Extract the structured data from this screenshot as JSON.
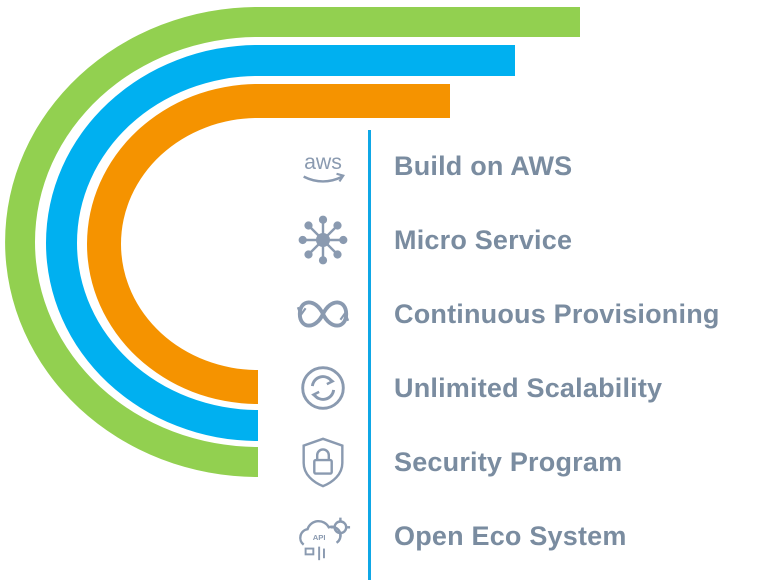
{
  "colors": {
    "outer_band": "#92d050",
    "middle_band": "#00b0f0",
    "inner_band": "#f59300",
    "divider": "#0fa7e6",
    "icon": "#8a9ab0",
    "label": "#7a8ca0"
  },
  "features": [
    {
      "icon": "aws-logo-icon",
      "label": "Build on AWS"
    },
    {
      "icon": "network-node-icon",
      "label": "Micro Service"
    },
    {
      "icon": "infinity-loop-icon",
      "label": "Continuous Provisioning"
    },
    {
      "icon": "refresh-circle-icon",
      "label": "Unlimited Scalability"
    },
    {
      "icon": "shield-lock-icon",
      "label": "Security Program"
    },
    {
      "icon": "api-cloud-gear-icon",
      "label": "Open Eco System"
    }
  ],
  "aws_logo_text": "aws",
  "api_badge_text": "API"
}
